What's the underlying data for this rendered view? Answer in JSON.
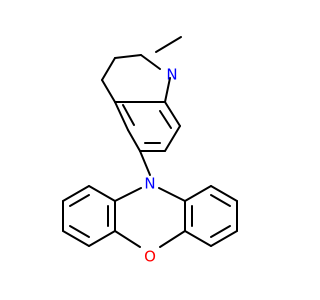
{
  "molecule": {
    "atoms": {
      "ring_nitrogen": {
        "symbol": "N",
        "color": "#0000ff"
      },
      "phenoxazine_nitrogen": {
        "symbol": "N",
        "color": "#0000ff"
      },
      "phenoxazine_oxygen": {
        "symbol": "O",
        "color": "#ff0000"
      }
    },
    "bond_color": "#000000",
    "background": "#ffffff"
  }
}
